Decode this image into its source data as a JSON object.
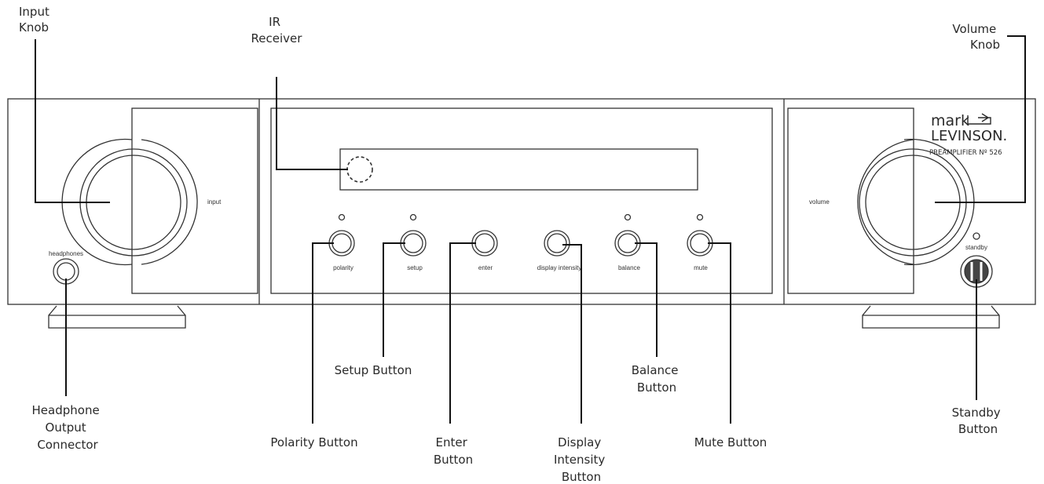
{
  "callouts": {
    "input_knob": [
      "Input",
      "Knob"
    ],
    "ir_receiver": [
      "IR",
      "Receiver"
    ],
    "volume_knob": [
      "Volume",
      "Knob"
    ],
    "headphone_output": [
      "Headphone",
      "Output",
      "Connector"
    ],
    "polarity_button": [
      "Polarity Button"
    ],
    "setup_button": [
      "Setup Button"
    ],
    "enter_button": [
      "Enter",
      "Button"
    ],
    "display_intensity_button": [
      "Display",
      "Intensity",
      "Button"
    ],
    "balance_button": [
      "Balance",
      "Button"
    ],
    "mute_button": [
      "Mute Button"
    ],
    "standby_button": [
      "Standby",
      "Button"
    ]
  },
  "panel_labels": {
    "input": "input",
    "volume": "volume",
    "headphones": "headphones",
    "standby": "standby",
    "polarity": "polarity",
    "setup": "setup",
    "enter": "enter",
    "display_intensity": "display intensity",
    "balance": "balance",
    "mute": "mute"
  },
  "brand": {
    "line1": "mark",
    "line2": "LEVINSON.",
    "model": "PREAMPLIFIER Nº 526"
  }
}
